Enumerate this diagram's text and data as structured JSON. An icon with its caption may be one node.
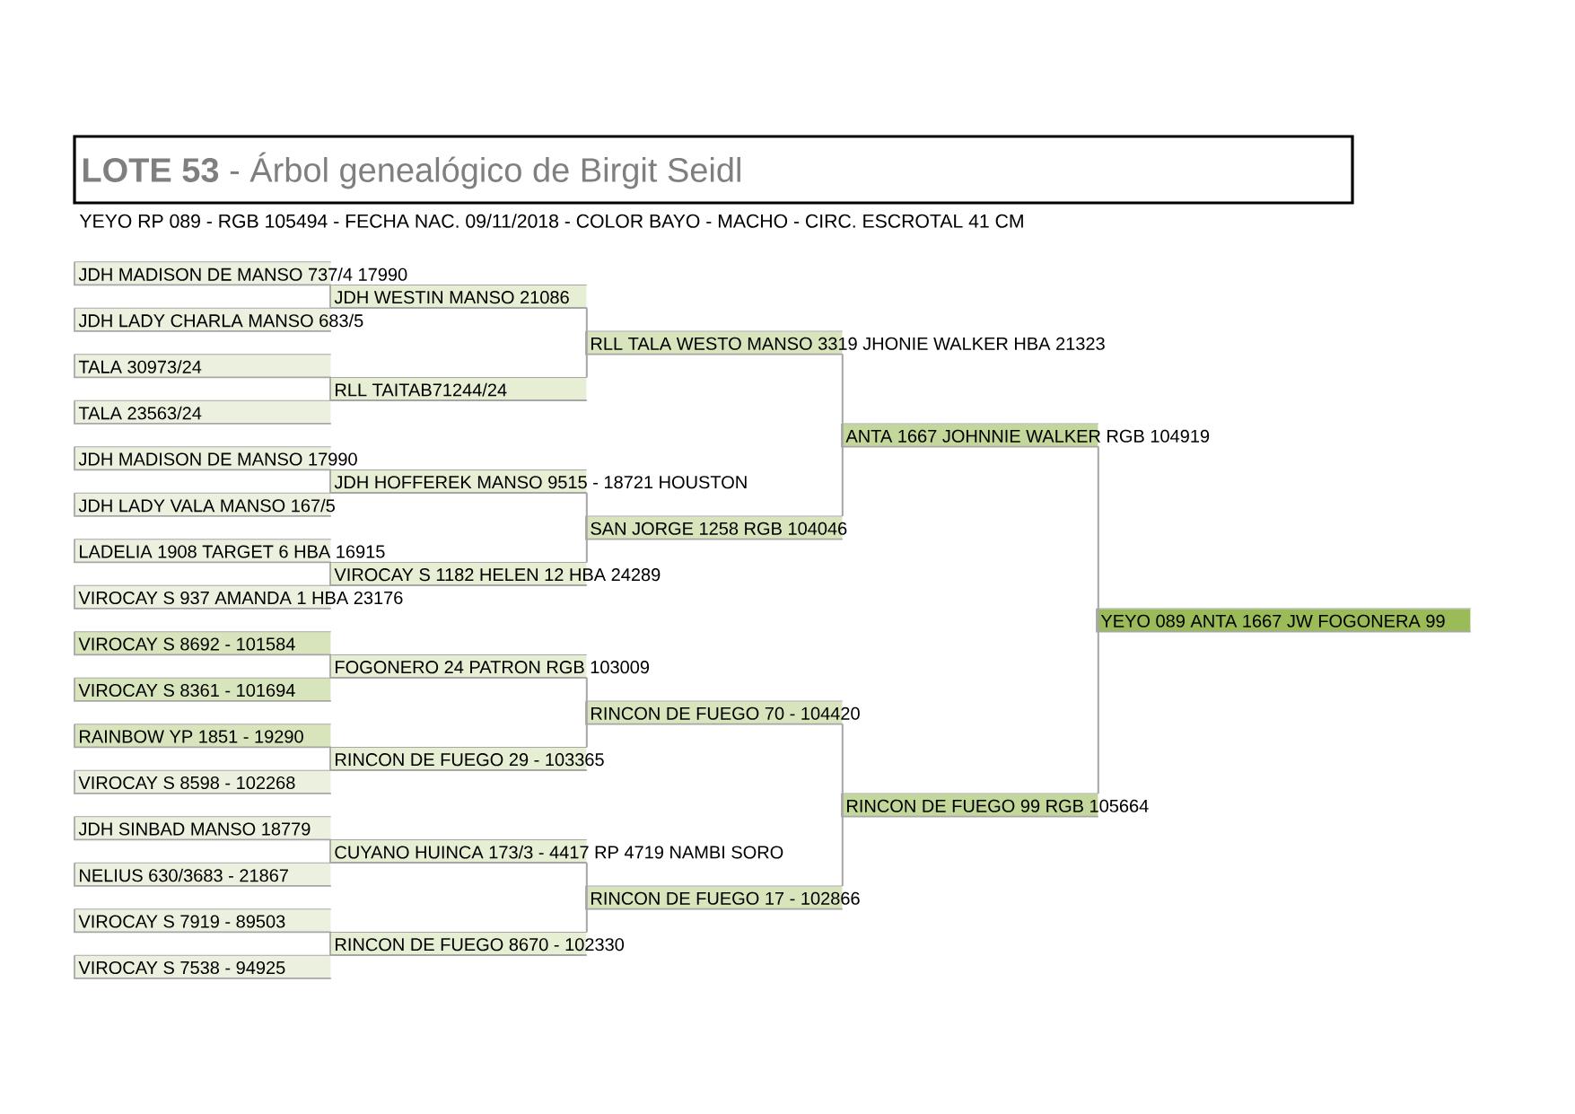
{
  "diagram": {
    "title": "**LOTE 53** - Árbol genealógico de Birgit Seidl",
    "nodes": [
      {
        "text": [
          "JDH MADISON DE MANSO 737/4  17990"
        ]
      },
      {
        "text": [
          "JDH WESTIN MANSO  21086"
        ]
      },
      {
        "text": [
          "JDH LADY CHARLA MANSO 683/5"
        ]
      },
      {
        "text": [
          "RLL TALA WESTO MANSO 3319 JHONIE WALKER HBA 21323"
        ]
      },
      {
        "text": [
          "TALA 30973/24"
        ]
      },
      {
        "text": [
          "RLL TAITAB71244/24"
        ]
      },
      {
        "text": [
          "TALA 23563/24"
        ]
      },
      {
        "text": [
          "ANTA 1667 JOHNNIE WALKER RGB 104919"
        ]
      },
      {
        "text": [
          "JDH MADISON DE MANSO  17990"
        ]
      },
      {
        "text": [
          "JDH HOFFEREK MANSO 9515 - 18721 HOUSTON"
        ]
      },
      {
        "text": [
          "JDH LADY VALA MANSO 167/5"
        ]
      },
      {
        "text": [
          "SAN JORGE 1258 RGB 104046"
        ]
      },
      {
        "text": [
          "LADELIA 1908 TARGET 6 HBA 16915"
        ]
      },
      {
        "text": [
          "VIROCAY S 1182 HELEN 12  HBA 24289"
        ]
      },
      {
        "text": [
          "VIROCAY S 937 AMANDA 1  HBA 23176"
        ]
      },
      {
        "text": [
          "YEYO 089 ANTA 1667 JW FOGONERA 99"
        ]
      },
      {
        "text": [
          "VIROCAY S 8692 - 101584"
        ]
      },
      {
        "text": [
          "FOGONERO 24 PATRON RGB 103009"
        ]
      },
      {
        "text": [
          "VIROCAY S 8361 - 101694"
        ]
      },
      {
        "text": [
          "RINCON DE FUEGO 70 - 104420"
        ]
      },
      {
        "text": [
          "RAINBOW YP 1851 - 19290"
        ]
      },
      {
        "text": [
          "RINCON DE FUEGO 29 - 103365"
        ]
      },
      {
        "text": [
          "VIROCAY S 8598 - 102268"
        ]
      },
      {
        "text": [
          "RINCON DE FUEGO 99   RGB 105664"
        ]
      },
      {
        "text": [
          "JDH SINBAD MANSO 18779"
        ]
      },
      {
        "text": [
          "CUYANO HUINCA 173/3 - 4417 RP 4719 NAMBI SORO"
        ]
      },
      {
        "text": [
          "NELIUS 630/3683 - 21867"
        ]
      },
      {
        "text": [
          "RINCON DE FUEGO 17 - 102866"
        ]
      },
      {
        "text": [
          "VIROCAY S 7919 - 89503"
        ]
      },
      {
        "text": [
          "RINCON DE FUEGO 8670 - 102330"
        ]
      },
      {
        "text": [
          "VIROCAY S 7538 - 94925"
        ]
      }
    ],
    "edges": [
      {
        "from": 1,
        "to": 3,
        "arrow": "none"
      },
      {
        "from": 5,
        "to": 3,
        "arrow": "none"
      },
      {
        "from": 9,
        "to": 11,
        "arrow": "none"
      },
      {
        "from": 13,
        "to": 11,
        "arrow": "none"
      },
      {
        "from": 17,
        "to": 19,
        "arrow": "none"
      },
      {
        "from": 21,
        "to": 19,
        "arrow": "none"
      },
      {
        "from": 25,
        "to": 27,
        "arrow": "none"
      },
      {
        "from": 29,
        "to": 27,
        "arrow": "none"
      },
      {
        "from": 3,
        "to": 7,
        "arrow": "none"
      },
      {
        "from": 11,
        "to": 7,
        "arrow": "none"
      },
      {
        "from": 19,
        "to": 23,
        "arrow": "none"
      },
      {
        "from": 27,
        "to": 23,
        "arrow": "none"
      },
      {
        "from": 7,
        "to": 15,
        "arrow": "none"
      },
      {
        "from": 23,
        "to": 15,
        "arrow": "none"
      }
    ],
    "labels": [
      "YEYO RP 089 - RGB  105494  - FECHA NAC. 09/11/2018 - COLOR BAYO - MACHO - CIRC. ESCROTAL 41 CM"
    ]
  }
}
